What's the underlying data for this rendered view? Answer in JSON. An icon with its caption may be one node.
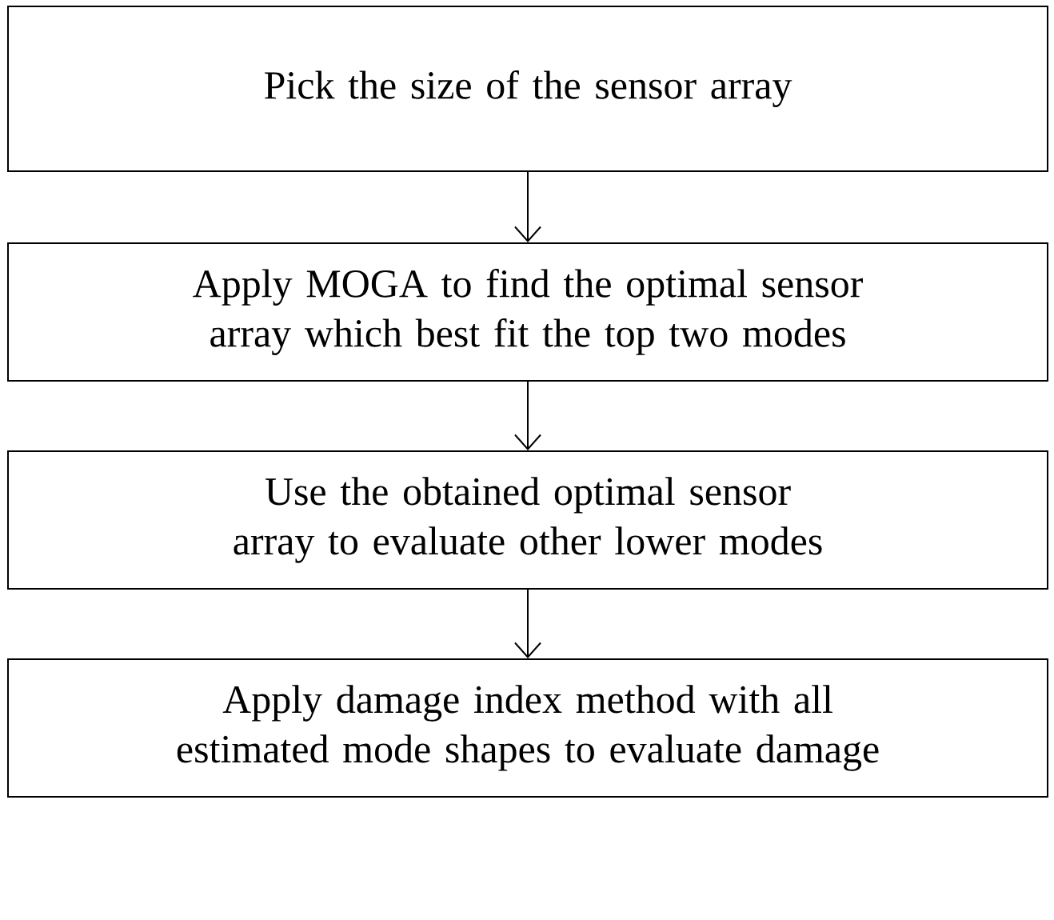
{
  "diagram": {
    "nodes": [
      {
        "text": [
          "Pick the size of the sensor array"
        ]
      },
      {
        "text": [
          "Apply MOGA to find the optimal sensor array which best fit the top two modes"
        ]
      },
      {
        "text": [
          "Use the obtained optimal sensor array to evaluate other lower modes"
        ]
      },
      {
        "text": [
          "Apply damage index method with all estimated mode shapes to evaluate damage"
        ]
      }
    ],
    "edges": [
      {
        "from": 0,
        "to": 1,
        "arrow": "to"
      },
      {
        "from": 1,
        "to": 2,
        "arrow": "to"
      },
      {
        "from": 2,
        "to": 3,
        "arrow": "to"
      }
    ]
  }
}
